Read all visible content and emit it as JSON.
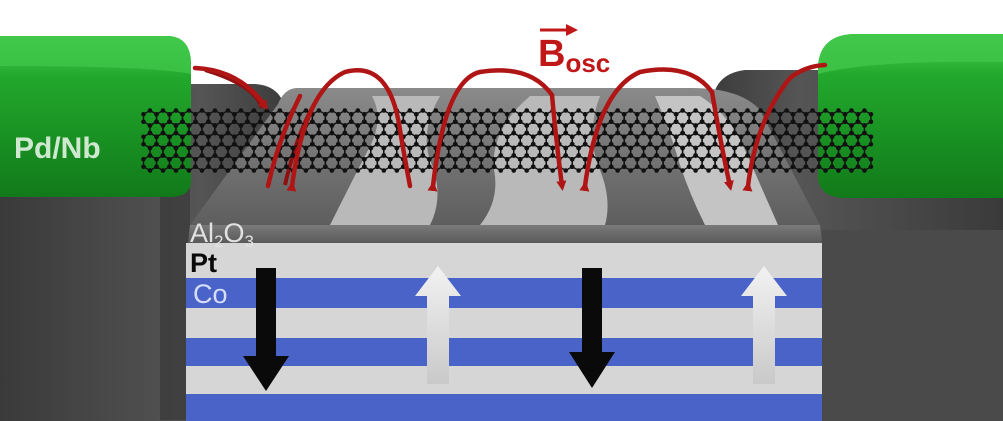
{
  "labels": {
    "contact": "Pd/Nb",
    "oxide_main": "Al",
    "oxide_sub1": "2",
    "oxide_mid": "O",
    "oxide_sub2": "3",
    "pt": "Pt",
    "co": "Co",
    "field_main": "B",
    "field_sub": "osc"
  },
  "colors": {
    "contact_green": "#1fa52a",
    "contact_dark_green": "#0f6e17",
    "block_dark": "#505050",
    "slab_top": "#6b6b6b",
    "domain_light": "#b8b8b8",
    "pt_layer": "#d6d6d6",
    "co_layer": "#4a63c9",
    "field_red": "#b01515",
    "nanotube_black": "#111111",
    "arrow_down": "#0a0a0a",
    "arrow_up": "#e6e6e6"
  },
  "icons": {
    "magnetization_down": "down-arrow-icon",
    "magnetization_up": "up-arrow-icon",
    "field_line": "curved-arrow-icon",
    "nanotube": "carbon-nanotube-lattice"
  }
}
